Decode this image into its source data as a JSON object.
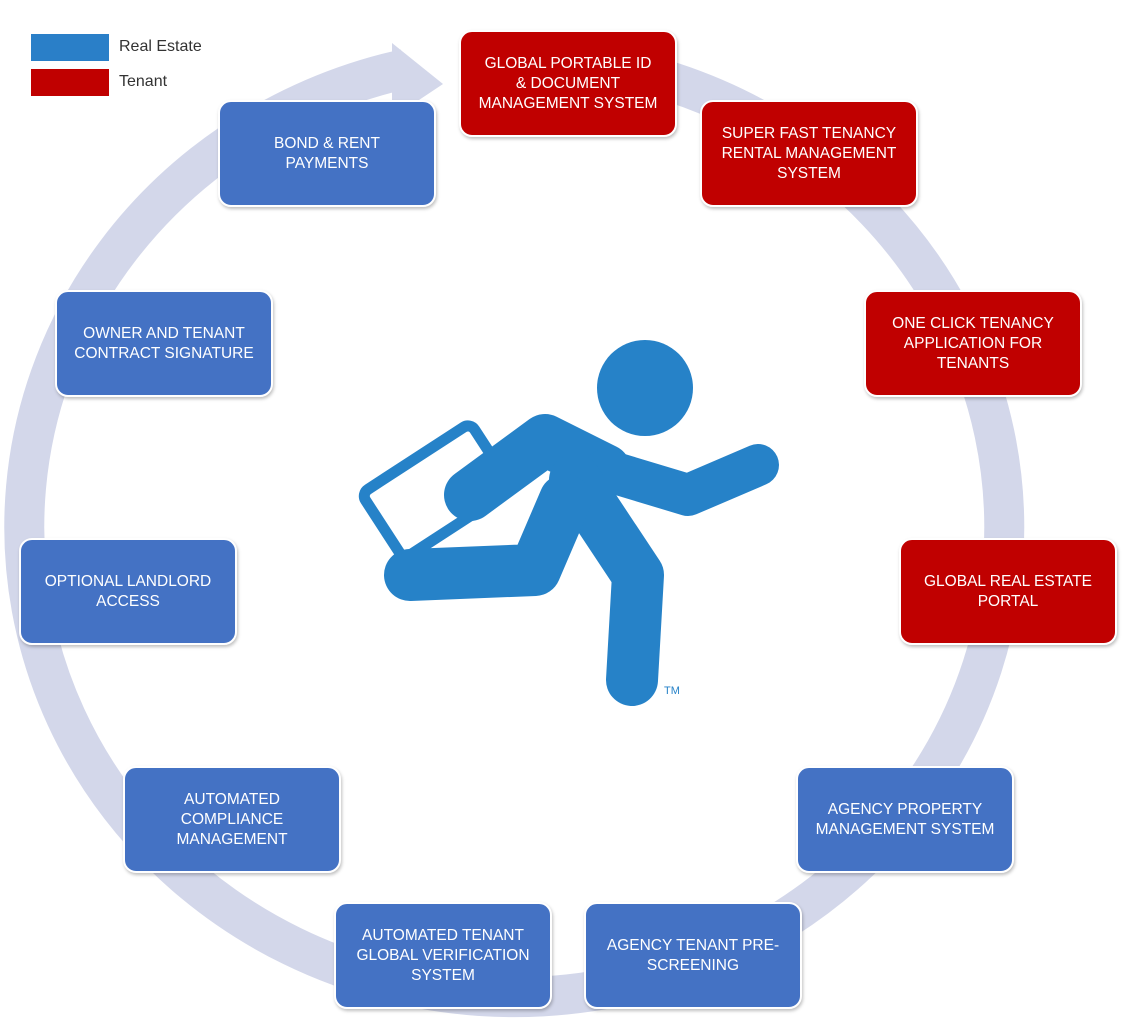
{
  "colors": {
    "real_estate": "#4472C4",
    "tenant": "#C00000",
    "legend_real_estate": "#2A7FC8",
    "legend_tenant": "#C00000",
    "ring": "#D3D7EA",
    "logo": "#2682C8"
  },
  "legend": {
    "real_estate_label": "Real Estate",
    "tenant_label": "Tenant"
  },
  "nodes": [
    {
      "id": "global-portable-id",
      "label": "GLOBAL PORTABLE ID\n& DOCUMENT\nMANAGEMENT SYSTEM",
      "group": "tenant"
    },
    {
      "id": "super-fast-tenancy",
      "label": "SUPER FAST TENANCY\nRENTAL MANAGEMENT\nSYSTEM",
      "group": "tenant"
    },
    {
      "id": "one-click-tenancy",
      "label": "ONE CLICK TENANCY\nAPPLICATION FOR\nTENANTS",
      "group": "tenant"
    },
    {
      "id": "global-real-estate-portal",
      "label": "GLOBAL REAL ESTATE\nPORTAL",
      "group": "tenant"
    },
    {
      "id": "agency-property-management",
      "label": "AGENCY PROPERTY\nMANAGEMENT SYSTEM",
      "group": "real_estate"
    },
    {
      "id": "agency-tenant-prescreening",
      "label": "AGENCY TENANT PRE-\nSCREENING",
      "group": "real_estate"
    },
    {
      "id": "automated-tenant-verification",
      "label": "AUTOMATED TENANT\nGLOBAL VERIFICATION\nSYSTEM",
      "group": "real_estate"
    },
    {
      "id": "automated-compliance",
      "label": "AUTOMATED\nCOMPLIANCE\nMANAGEMENT",
      "group": "real_estate"
    },
    {
      "id": "optional-landlord-access",
      "label": "OPTIONAL LANDLORD\nACCESS",
      "group": "real_estate"
    },
    {
      "id": "owner-tenant-contract",
      "label": "OWNER AND TENANT\nCONTRACT  SIGNATURE",
      "group": "real_estate"
    },
    {
      "id": "bond-rent-payments",
      "label": "BOND & RENT PAYMENTS",
      "group": "real_estate"
    }
  ],
  "logo": {
    "icon": "running-person-with-tablet",
    "trademark": "TM"
  }
}
